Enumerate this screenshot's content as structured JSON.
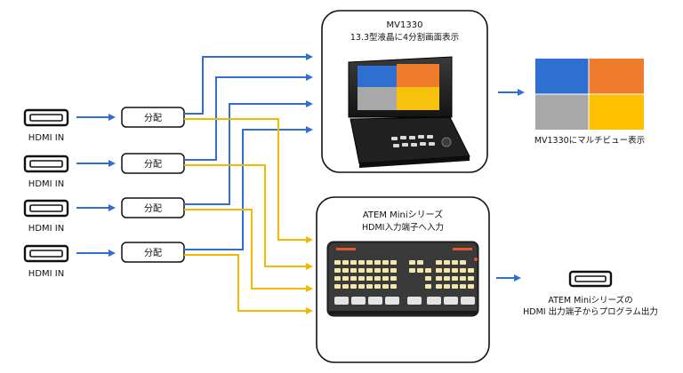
{
  "colors": {
    "blue": "#2e6fd0",
    "yellow": "#f5b800",
    "orange": "#ee7c2c",
    "gray": "#a8a8a8",
    "gold": "#f7c20e",
    "panel": "#1c1c1c"
  },
  "inputs": [
    {
      "label": "HDMI IN",
      "splitter": "分配"
    },
    {
      "label": "HDMI IN",
      "splitter": "分配"
    },
    {
      "label": "HDMI IN",
      "splitter": "分配"
    },
    {
      "label": "HDMI IN",
      "splitter": "分配"
    }
  ],
  "mv1330": {
    "title": "MV1330",
    "subtitle": "13.3型液晶に4分割画面表示"
  },
  "atem": {
    "title": "ATEM Miniシリーズ",
    "subtitle": "HDMI入力端子へ入力"
  },
  "multiview_result": {
    "caption": "MV1330にマルチビュー表示"
  },
  "program_output": {
    "caption_line1": "ATEM Miniシリーズの",
    "caption_line2": "HDMI 出力端子からプログラム出力"
  }
}
